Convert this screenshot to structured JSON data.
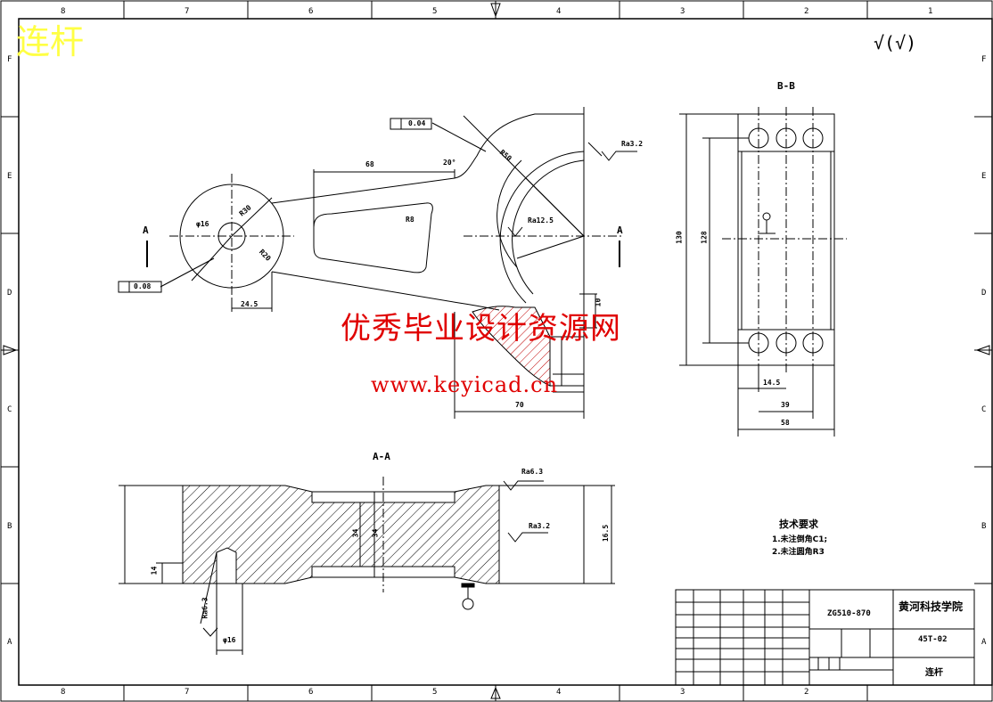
{
  "title_watermark": "连杆",
  "watermark_site": "优秀毕业设计资源网",
  "watermark_url": "www.keyicad.cn",
  "surface_finish_general": "√(√)",
  "section_labels": {
    "bb": "B-B",
    "aa": "A-A",
    "a_left": "A",
    "a_right": "A"
  },
  "dimensions": {
    "d68": "68",
    "d24_5": "24.5",
    "d70": "70",
    "d130_left": "130",
    "d128": "128",
    "d10": "10",
    "d14_5": "14.5",
    "d39": "39",
    "d58": "58",
    "d14": "14",
    "d34a": "34",
    "d34b": "34",
    "d16_5": "16.5",
    "phi16": "φ16",
    "phi16b": "φ16",
    "r30": "R30",
    "r50": "R50",
    "r20": "R20",
    "r8": "R8",
    "a20": "20°"
  },
  "roughness": {
    "r1": "Ra3.2",
    "r2": "Ra12.5",
    "r3": "Ra6.3",
    "r4": "Ra3.2",
    "r5": "Ra6.3"
  },
  "tolerances": {
    "t1": "0.04",
    "t2": "0.08"
  },
  "tech_requirements": {
    "title": "技术要求",
    "items": [
      "1.未注倒角C1;",
      "2.未注圆角R3"
    ]
  },
  "title_block": {
    "drawing_no": "ZG510-870",
    "school": "黄河科技学院",
    "part_name": "连杆",
    "code": "45T-02"
  },
  "zones_top": [
    "8",
    "7",
    "6",
    "5",
    "4",
    "3",
    "2",
    "1"
  ],
  "zones_side": [
    "F",
    "E",
    "D",
    "C",
    "B",
    "A"
  ]
}
